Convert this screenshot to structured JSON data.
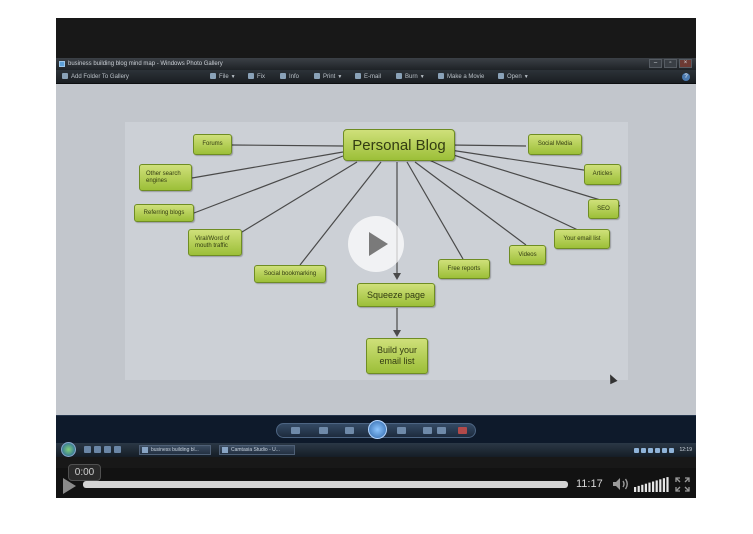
{
  "window": {
    "title": "business building blog mind map - Windows Photo Gallery",
    "controls": {
      "minimize": "–",
      "maximize": "▫",
      "close": "×"
    }
  },
  "toolbar": {
    "add_folder": "Add Folder To Gallery",
    "file": "File",
    "fix": "Fix",
    "info": "Info",
    "print": "Print",
    "email": "E-mail",
    "burn": "Burn",
    "make_movie": "Make a Movie",
    "open": "Open",
    "help": "?"
  },
  "mindmap": {
    "center": "Personal Blog",
    "nodes": {
      "forums": "Forums",
      "other_search_engines": "Other search\nengines",
      "referring_blogs": "Referring blogs",
      "word_of_mouth": "Viral/Word of\nmouth traffic",
      "social_bookmarking": "Social bookmarking",
      "free_reports": "Free reports",
      "videos": "Videos",
      "your_email_list": "Your email list",
      "seo": "SEO",
      "articles": "Articles",
      "social_media": "Social Media",
      "squeeze_page": "Squeeze page",
      "build_email_list": "Build your\nemail list"
    }
  },
  "taskbar": {
    "tasks": [
      {
        "label": "business building bl..."
      },
      {
        "label": "Camtasia Studio - U..."
      }
    ],
    "clock": "12:19"
  },
  "player": {
    "current_time": "0:00",
    "duration": "11:17",
    "progress": 0,
    "volume_level": 1.0
  },
  "colors": {
    "node_fill": "#b5d04e",
    "node_border": "#6f8d23",
    "gallery_bg": "#c2c6cc",
    "player_bg": "#121212"
  }
}
